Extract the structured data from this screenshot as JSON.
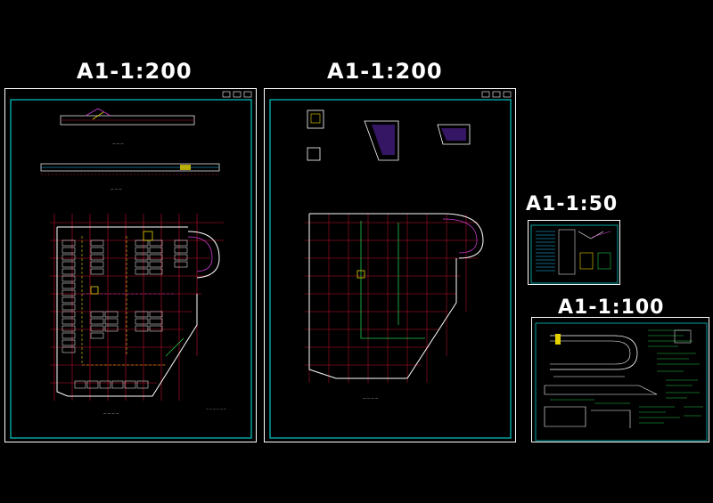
{
  "sheets": [
    {
      "id": "sheet1",
      "scale_label": "A1-1:200"
    },
    {
      "id": "sheet2",
      "scale_label": "A1-1:200"
    },
    {
      "id": "sheet3",
      "scale_label": "A1-1:50"
    },
    {
      "id": "sheet4",
      "scale_label": "A1-1:100"
    }
  ],
  "colors": {
    "background": "#000000",
    "frame_outer": "#ffffff",
    "frame_inner": "#00c8c8",
    "grid": "#c8102e",
    "walls": "#ffffff",
    "accent_yellow": "#e6d200",
    "accent_green": "#22c84a",
    "accent_cyan": "#22c8ff",
    "accent_magenta": "#d23cd2"
  }
}
